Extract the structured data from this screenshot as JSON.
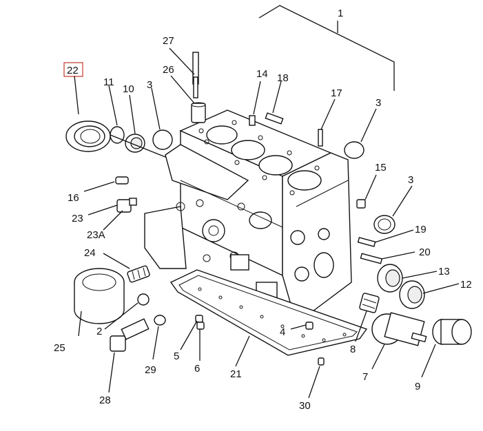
{
  "colors": {
    "ink": "#111111",
    "highlight": "#c0392b",
    "paper": "#ffffff"
  },
  "selected_callout": "22",
  "callouts": {
    "c1": "1",
    "c2": "2",
    "c3a": "3",
    "c3b": "3",
    "c3c": "3",
    "c4": "4",
    "c5": "5",
    "c6": "6",
    "c7": "7",
    "c8": "8",
    "c9": "9",
    "c10": "10",
    "c11": "11",
    "c12": "12",
    "c13": "13",
    "c14": "14",
    "c15": "15",
    "c16": "16",
    "c17": "17",
    "c18": "18",
    "c19": "19",
    "c20": "20",
    "c21": "21",
    "c22": "22",
    "c23": "23",
    "c23a": "23A",
    "c24": "24",
    "c25": "25",
    "c26": "26",
    "c27": "27",
    "c28": "28",
    "c29": "29",
    "c30": "30"
  }
}
